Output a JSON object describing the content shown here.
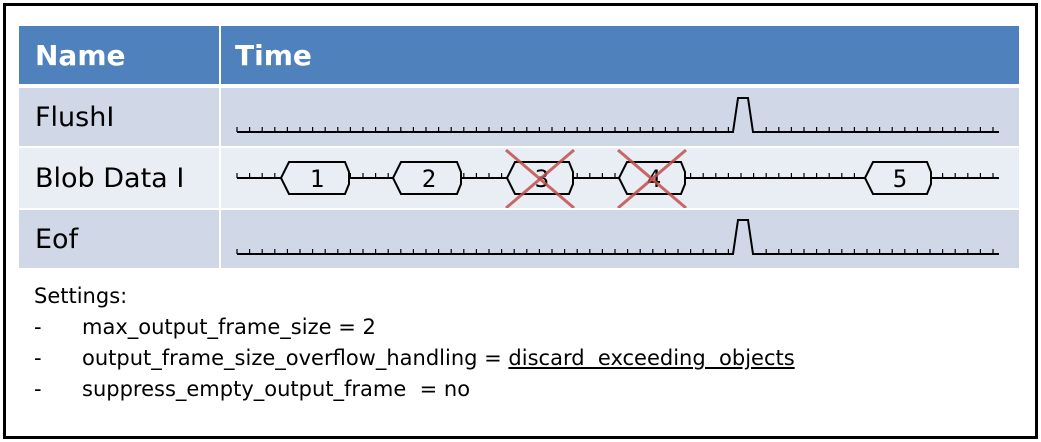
{
  "header": {
    "name": "Name",
    "time": "Time"
  },
  "rows": [
    {
      "name": "FlushI"
    },
    {
      "name": "Blob Data I",
      "blobs": [
        "1",
        "2",
        "3",
        "4",
        "5"
      ]
    },
    {
      "name": "Eof"
    }
  ],
  "settings": {
    "title": "Settings:",
    "items": [
      {
        "key": "max_output_frame_size",
        "eq": " = 2",
        "value": ""
      },
      {
        "key": "output_frame_size_overflow_handling",
        "eq": " = ",
        "value": "discard  exceeding  objects"
      },
      {
        "key": "suppress_empty_output_frame",
        "eq": "  = no",
        "value": ""
      }
    ],
    "dash": "-"
  },
  "colors": {
    "header": "#4f81bd",
    "row_dark": "#d0d8e8",
    "row_light": "#e9edf4",
    "cross": "#c0504d"
  }
}
